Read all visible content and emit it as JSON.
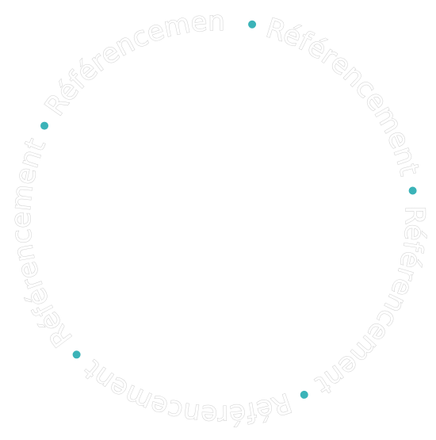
{
  "badge": {
    "words": [
      "Référencement",
      "Référencement",
      "Référencement",
      "Référencement",
      "Référencement"
    ],
    "colors": {
      "background": "#ffffff",
      "text_outline": "#cfcfcf",
      "text_fill": "#ffffff",
      "dot": "#3bb3b8"
    }
  }
}
